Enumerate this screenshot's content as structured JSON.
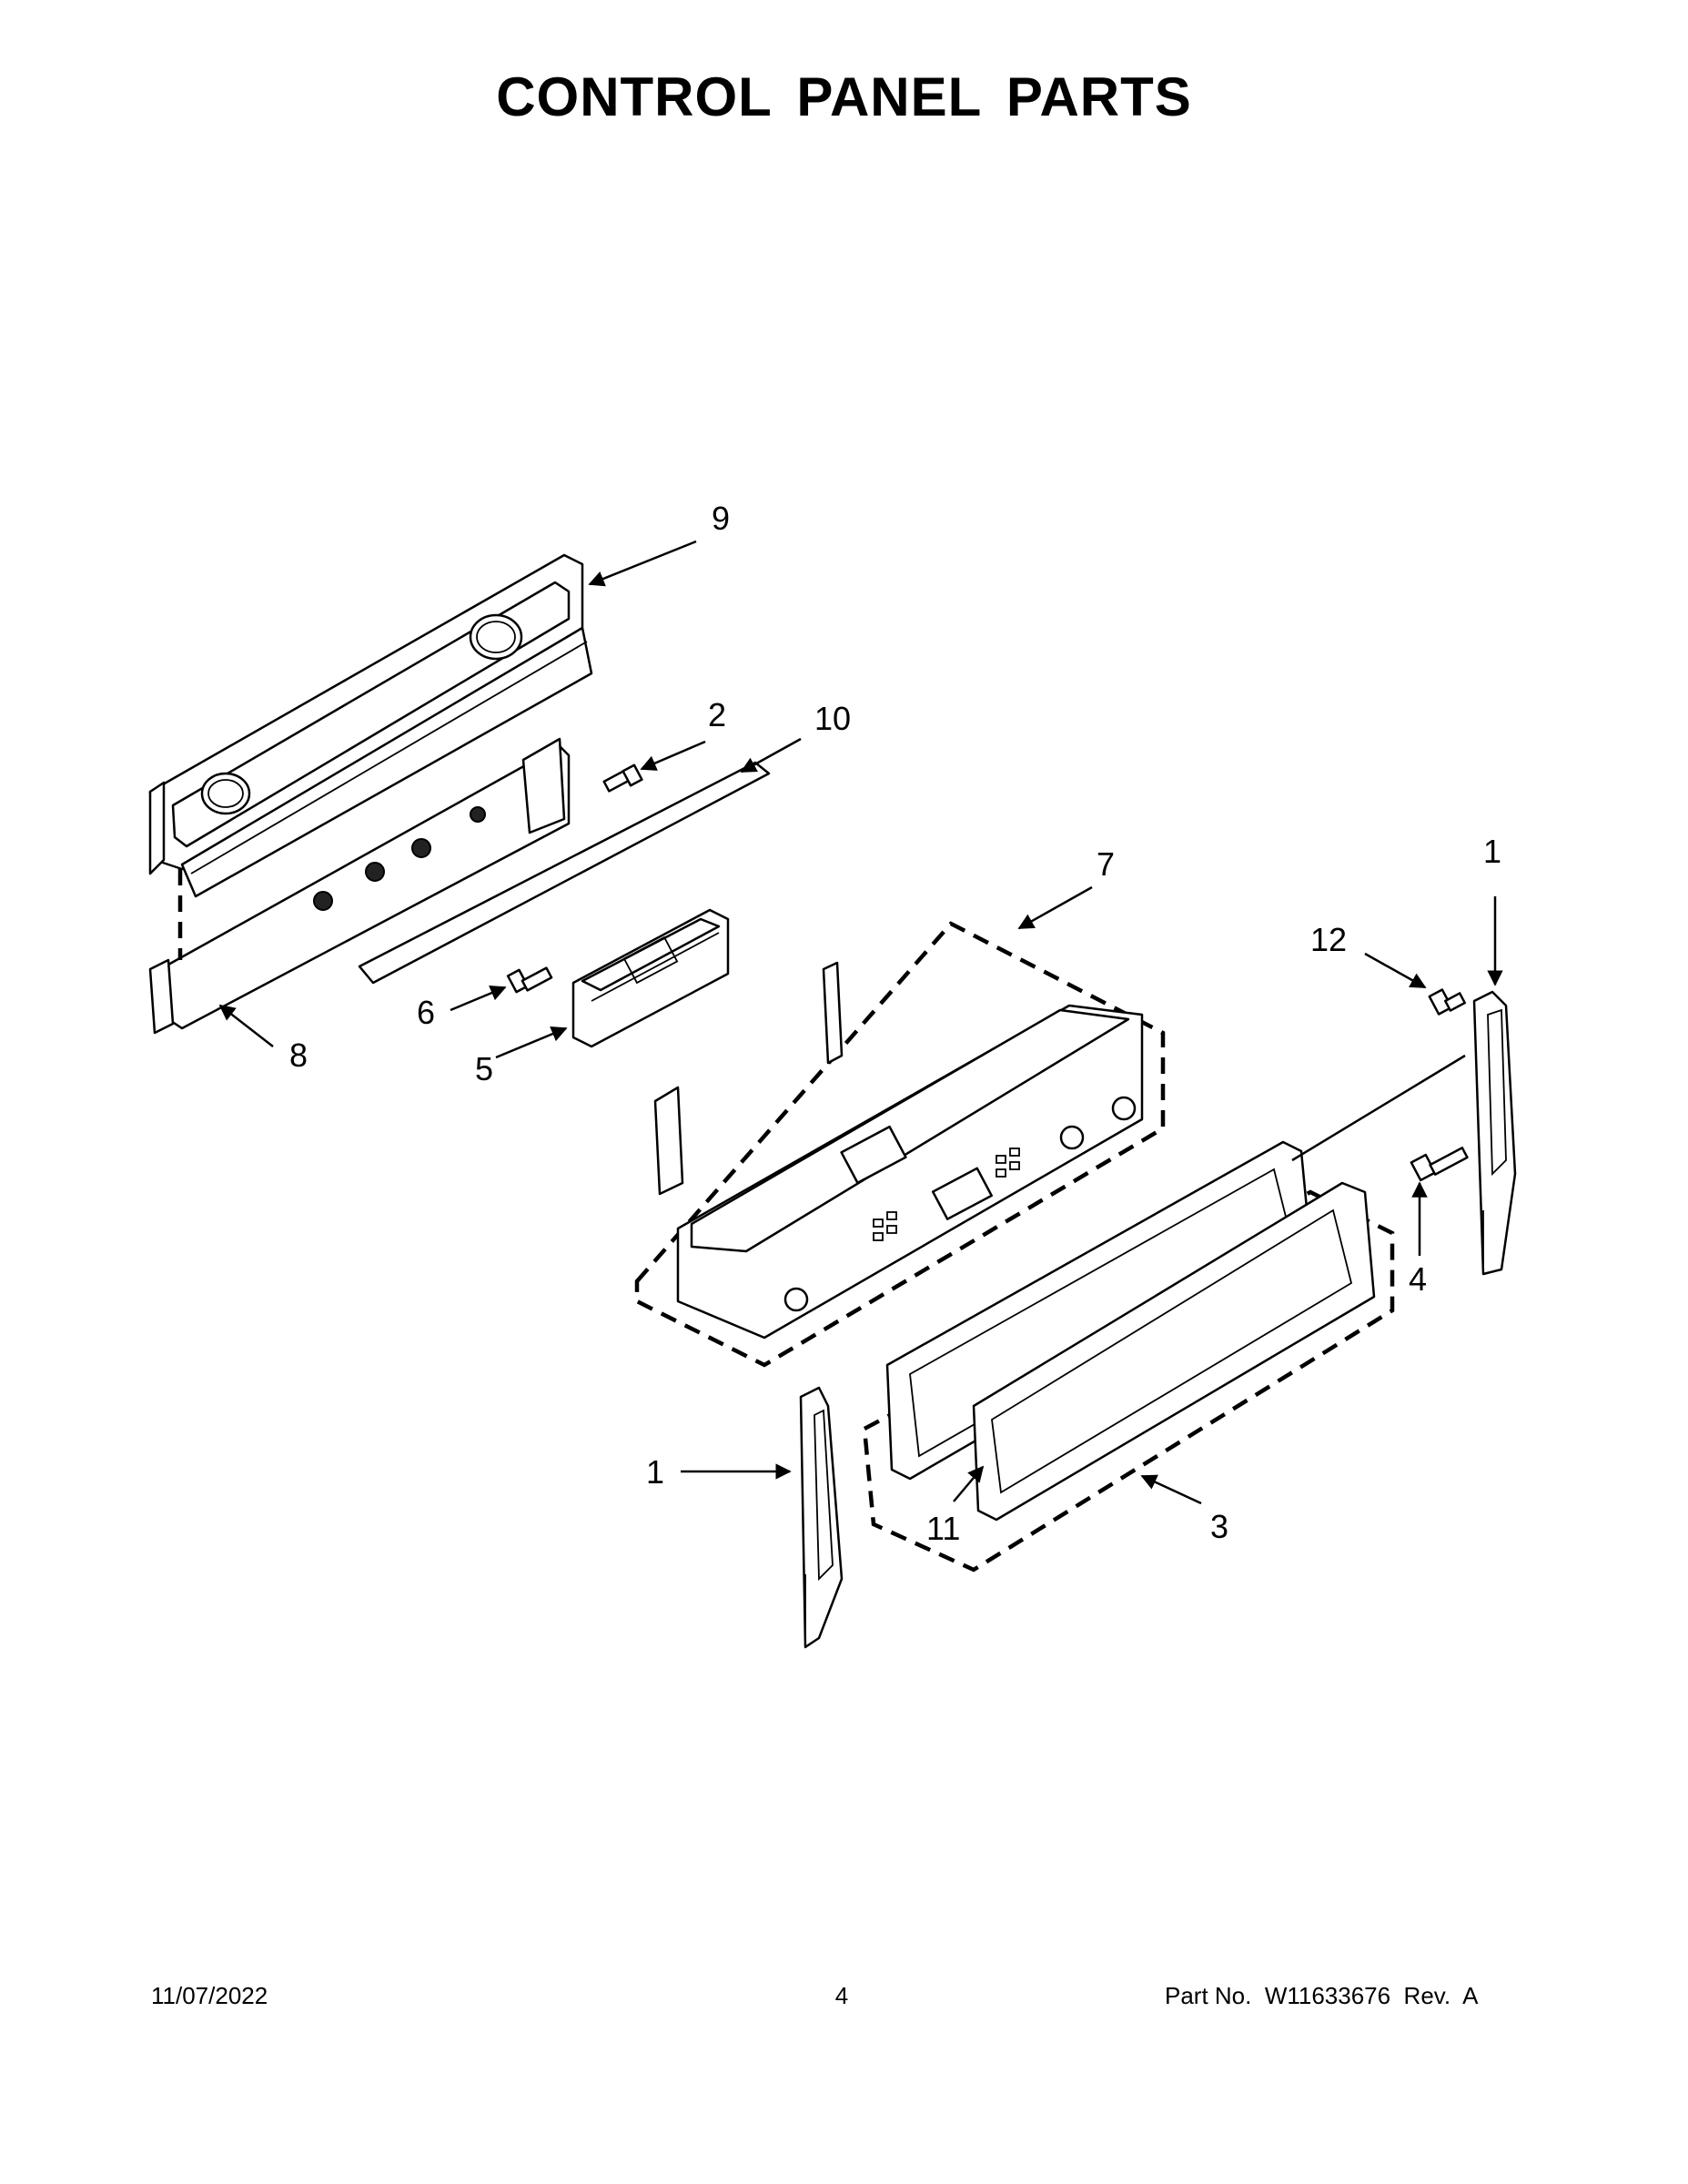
{
  "page": {
    "title": "CONTROL PANEL PARTS"
  },
  "callouts": {
    "c1_right": "1",
    "c1_left": "1",
    "c2": "2",
    "c3": "3",
    "c4": "4",
    "c5": "5",
    "c6": "6",
    "c7": "7",
    "c8": "8",
    "c9": "9",
    "c10": "10",
    "c11": "11",
    "c12": "12"
  },
  "footer": {
    "date": "11/07/2022",
    "page_number": "4",
    "part_number": "Part No.  W11633676  Rev.  A"
  }
}
